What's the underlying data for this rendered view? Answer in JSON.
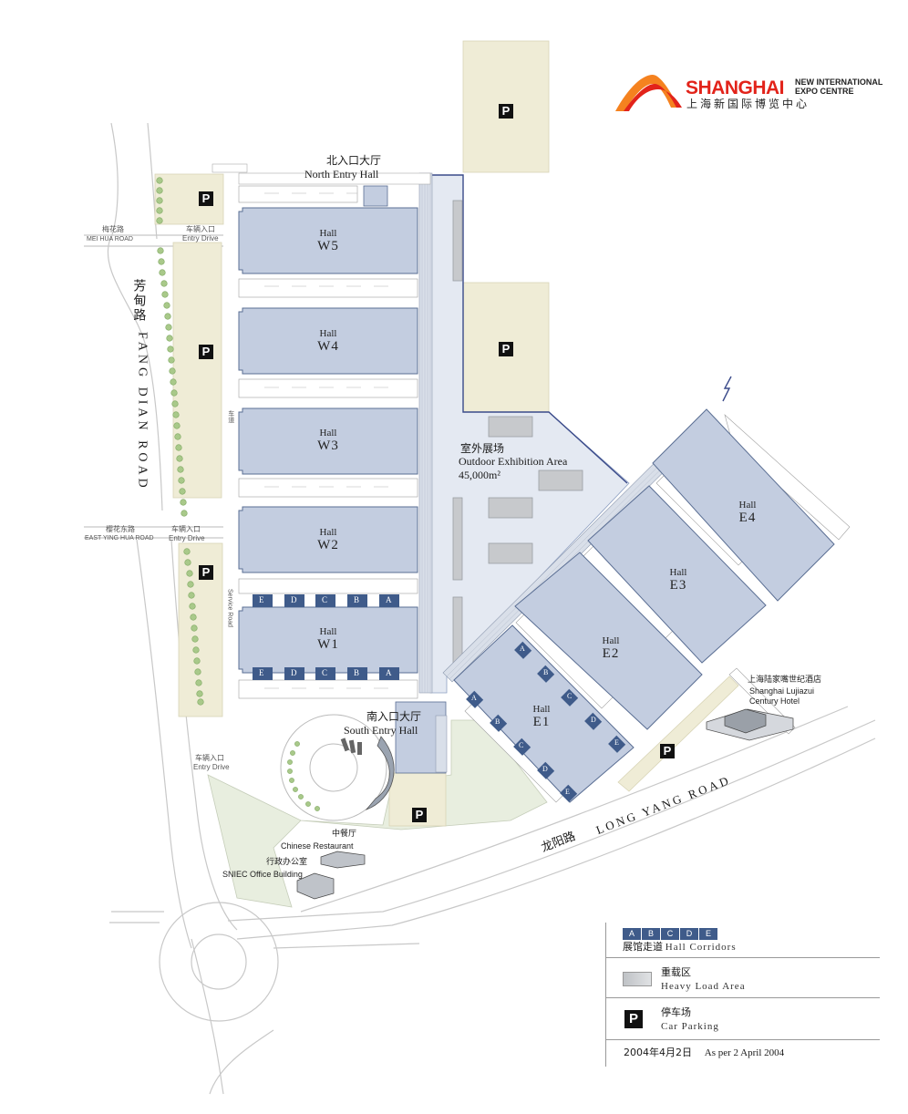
{
  "logo": {
    "brand_en": "SHANGHAI",
    "sub_en_line1": "NEW INTERNATIONAL",
    "sub_en_line2": "EXPO CENTRE",
    "sub_cn": "上海新国际博览中心"
  },
  "colors": {
    "hall_fill": "#c3cde0",
    "hall_stroke": "#5a6e93",
    "parking_fill": "#efecd6",
    "outdoor_fill": "#e4e9f2",
    "green_fill": "#e8eedf",
    "corridor_fill": "#3f5b8a",
    "logo_orange": "#f5821f",
    "logo_red": "#e2231a"
  },
  "entries": {
    "north_cn": "北入口大厅",
    "north_en": "North Entry Hall",
    "south_cn": "南入口大厅",
    "south_en": "South Entry Hall"
  },
  "halls": {
    "label": "Hall",
    "west": [
      "W5",
      "W4",
      "W3",
      "W2",
      "W1"
    ],
    "east": [
      "E4",
      "E3",
      "E2",
      "E1"
    ]
  },
  "corridor_letters": [
    "E",
    "D",
    "C",
    "B",
    "A"
  ],
  "corridor_letters_asc": [
    "A",
    "B",
    "C",
    "D",
    "E"
  ],
  "outdoor": {
    "cn": "室外展场",
    "en": "Outdoor Exhibition Area",
    "area": "45,000m²"
  },
  "roads": {
    "fang_dian_cn": "芳甸路",
    "fang_dian_en": "FANG DIAN ROAD",
    "mei_hua_cn": "梅花路",
    "mei_hua_en": "MEI HUA ROAD",
    "east_ying_hua_cn": "樱花东路",
    "east_ying_hua_en": "EAST YING HUA ROAD",
    "long_yang_cn": "龙阳路",
    "long_yang_en": "LONG YANG ROAD",
    "service_road_en": "Service Road",
    "service_road_cn": "车道"
  },
  "entry_drive": {
    "cn": "车辆入口",
    "en": "Entry Drive"
  },
  "buildings": {
    "hotel_cn": "上海陆家嘴世纪酒店",
    "hotel_en_line1": "Shanghai Lujiazui",
    "hotel_en_line2": "Century Hotel",
    "restaurant_cn": "中餐厅",
    "restaurant_en": "Chinese Restaurant",
    "office_cn": "行政办公室",
    "office_en": "SNIEC Office Building"
  },
  "parking_symbol": "P",
  "legend": {
    "corridors_cn": "展馆走道",
    "corridors_en": "Hall Corridors",
    "heavy_cn": "重载区",
    "heavy_en": "Heavy Load Area",
    "parking_cn": "停车场",
    "parking_en": "Car Parking",
    "date_cn": "2004年4月2日",
    "date_en": "As per 2 April 2004"
  }
}
